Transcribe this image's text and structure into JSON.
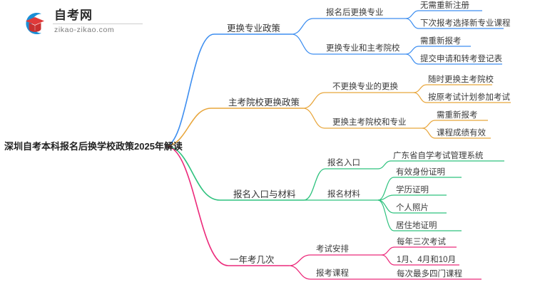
{
  "logo": {
    "name": "zikao-logo",
    "title": "自考网",
    "domain": "zikao-zikao.com",
    "mark_colors": {
      "arc": "#1a8fd6",
      "cap": "#e03a3a",
      "cap_dark": "#c22a2a"
    }
  },
  "mindmap": {
    "root": {
      "label": "深圳自考本科报名后换学校政策2025年解读"
    },
    "colors": {
      "branch_1": "#3d8ef0",
      "branch_2": "#e8a63c",
      "branch_3": "#2ec27e",
      "branch_4": "#ec2a7b"
    },
    "branches": [
      {
        "label": "更换专业政策",
        "color": "#3d8ef0",
        "children": [
          {
            "label": "报名后更换专业",
            "leaves": [
              {
                "label": "无需重新注册"
              },
              {
                "label": "下次报考选择新专业课程"
              }
            ]
          },
          {
            "label": "更换专业和主考院校",
            "leaves": [
              {
                "label": "需重新报考"
              },
              {
                "label": "提交申请和转考登记表"
              }
            ]
          }
        ]
      },
      {
        "label": "主考院校更换政策",
        "color": "#e8a63c",
        "children": [
          {
            "label": "不更换专业的更换",
            "leaves": [
              {
                "label": "随时更换主考院校"
              },
              {
                "label": "按原考试计划参加考试"
              }
            ]
          },
          {
            "label": "更换主考院校和专业",
            "leaves": [
              {
                "label": "需重新报考"
              },
              {
                "label": "课程成绩有效"
              }
            ]
          }
        ]
      },
      {
        "label": "报名入口与材料",
        "color": "#2ec27e",
        "children": [
          {
            "label": "报名入口",
            "leaves": [
              {
                "label": "广东省自学考试管理系统"
              }
            ]
          },
          {
            "label": "报名材料",
            "leaves": [
              {
                "label": "有效身份证明"
              },
              {
                "label": "学历证明"
              },
              {
                "label": "个人照片"
              },
              {
                "label": "居住地证明"
              }
            ]
          }
        ]
      },
      {
        "label": "一年考几次",
        "color": "#ec2a7b",
        "children": [
          {
            "label": "考试安排",
            "leaves": [
              {
                "label": "每年三次考试"
              },
              {
                "label": "1月、4月和10月"
              }
            ]
          },
          {
            "label": "报考课程",
            "leaves": [
              {
                "label": "每次最多四门课程"
              }
            ]
          }
        ]
      }
    ]
  }
}
